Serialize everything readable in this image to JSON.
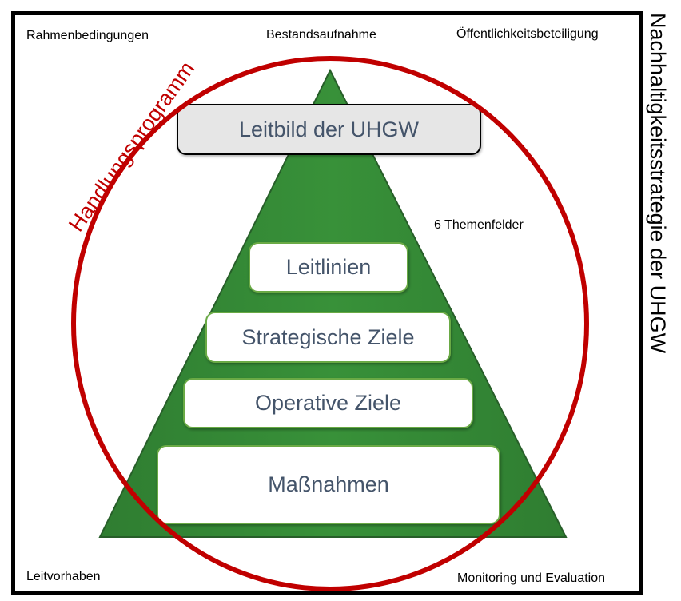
{
  "title": "Nachhaltigkeitsstrategie der UHGW",
  "corners": {
    "top_left": "Rahmenbedingungen",
    "top_center": "Bestandsaufnahme",
    "top_right": "Öffentlichkeitsbeteiligung",
    "bottom_left": "Leitvorhaben",
    "bottom_right": "Monitoring und Evaluation"
  },
  "circle_label": "Handlungsprogramm",
  "side_note": "6 Themenfelder",
  "pyramid": {
    "top": "Leitbild der UHGW",
    "levels": [
      "Leitlinien",
      "Strategische Ziele",
      "Operative Ziele",
      "Maßnahmen"
    ]
  },
  "colors": {
    "circle": "#C00000",
    "pyramid": "#378E3A",
    "text": "#44546A"
  }
}
